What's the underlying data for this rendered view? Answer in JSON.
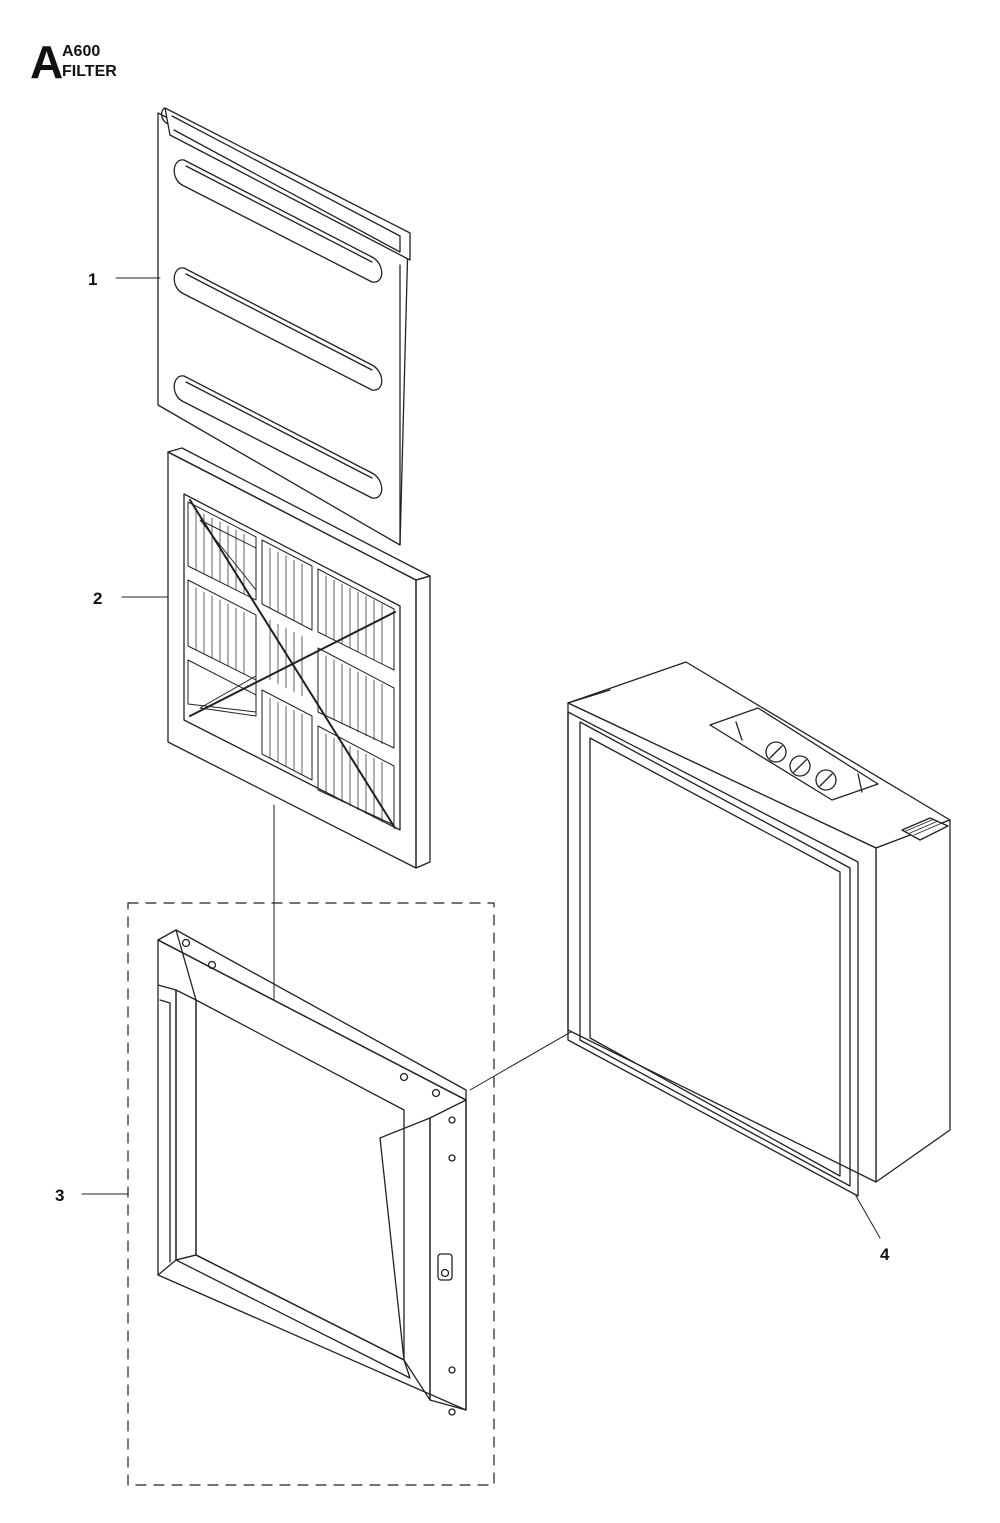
{
  "header": {
    "section": "A",
    "model": "A600",
    "title": "FILTER"
  },
  "callouts": [
    {
      "id": "1"
    },
    {
      "id": "2"
    },
    {
      "id": "3"
    },
    {
      "id": "4"
    }
  ],
  "colors": {
    "line": "#222222",
    "background": "#ffffff"
  }
}
